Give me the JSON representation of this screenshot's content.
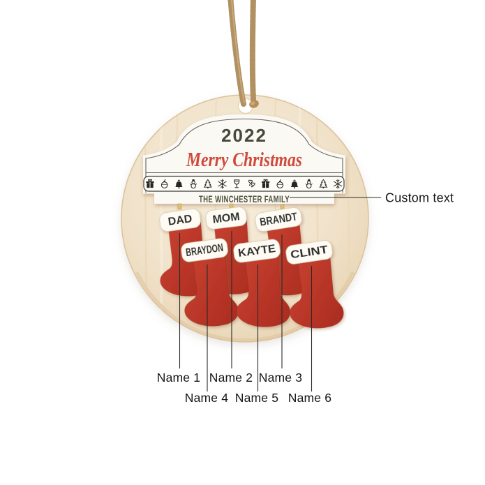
{
  "ornament": {
    "year": "2022",
    "greeting": "Merry Christmas",
    "family_name": "THE WINCHESTER FAMILY",
    "stockings": [
      "DAD",
      "MOM",
      "BRANDT",
      "BRAYDON",
      "KAYTE",
      "CLINT"
    ],
    "icon_row": [
      "gift-icon",
      "bauble-icon",
      "bell-icon",
      "snowman-icon",
      "tree-icon",
      "snowflake-icon",
      "goblet-icon",
      "holly-icon",
      "gift-icon",
      "bauble-icon",
      "bell-icon",
      "snowman-icon",
      "tree-icon",
      "snowflake-icon"
    ],
    "colors": {
      "stocking_red": "#c03a2c",
      "wood": "#f1e3cb",
      "mantel_white": "#fbf9f4",
      "greeting_red": "#cf4a3c",
      "year_green": "#45493a",
      "family_green": "#50523c",
      "twine_tan": "#c19e6f"
    }
  },
  "annotations": {
    "custom_text": {
      "label": "Custom text"
    },
    "names": [
      "Name 1",
      "Name 2",
      "Name 3",
      "Name 4",
      "Name 5",
      "Name 6"
    ]
  }
}
